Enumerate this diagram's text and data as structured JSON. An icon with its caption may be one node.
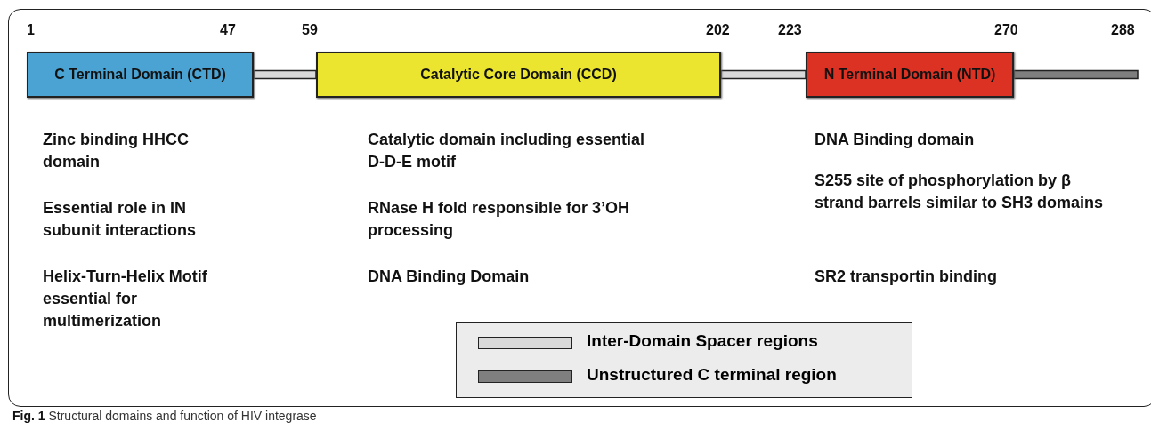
{
  "diagram": {
    "caption": "**Fig. 1** Structural domains and function of HIV integrase",
    "nodes": [
      {
        "text": [
          "C Terminal Domain (CTD)"
        ]
      },
      {
        "text": [
          "Catalytic Core  Domain (CCD)"
        ]
      },
      {
        "text": [
          "N Terminal Domain (NTD)"
        ]
      }
    ],
    "edges": [
      {
        "from": 0,
        "to": 1,
        "arrow": "none",
        "style": "thick"
      },
      {
        "from": 1,
        "to": 2,
        "arrow": "none",
        "style": "thick"
      },
      {
        "from": 2,
        "to": null,
        "arrow": "none",
        "style": "thick",
        "color": "#7f7f7f"
      }
    ],
    "labels": [
      "1",
      "47",
      "59",
      "202",
      "223",
      "270",
      "288",
      "Zinc binding HHCC domain",
      "Catalytic domain including essential D-D-E motif",
      "DNA Binding domain",
      "S255 site of phosphorylation by β strand barrels similar to SH3 domains",
      "Essential role in IN subunit interactions",
      "RNase H fold responsible for 3’OH processing",
      "Helix-Turn-Helix Motif essential for multimerization",
      "DNA Binding Domain",
      "SR2 transportin binding"
    ],
    "legend": [
      {
        "text": "Inter-Domain Spacer regions",
        "color": "#d9d9d9"
      },
      {
        "text": "Unstructured C terminal region",
        "color": "#7f7f7f"
      }
    ]
  }
}
